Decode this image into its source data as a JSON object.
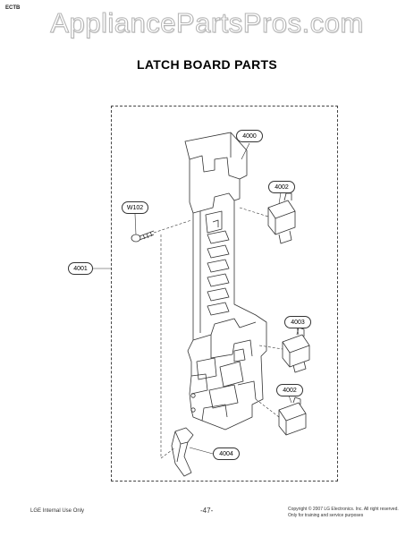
{
  "header": {
    "corner_code": "ECTB",
    "watermark": "AppliancePartsPros.com",
    "title": "LATCH BOARD PARTS"
  },
  "callouts": {
    "c4000": "4000",
    "c4001": "4001",
    "c4002_top": "4002",
    "c4002_bottom": "4002",
    "c4003": "4003",
    "c4004": "4004",
    "cW102": "W102"
  },
  "footer": {
    "left": "LGE Internal Use Only",
    "page": "-47-",
    "copyright": "Copyright © 2007 LG Electronics. Inc. All right reserved.",
    "copyright_line2": "Only for training and service purposes"
  }
}
